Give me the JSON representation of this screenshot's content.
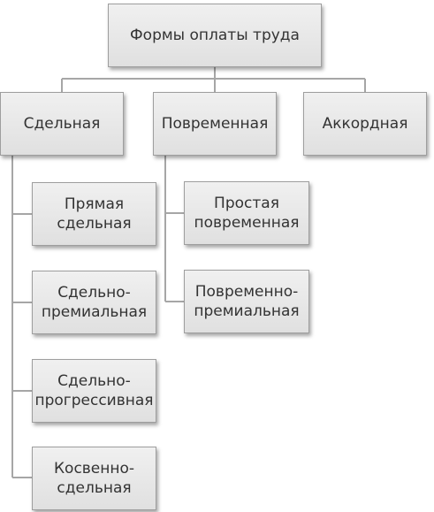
{
  "diagram": {
    "root": {
      "label": "Формы оплаты труда"
    },
    "categories": [
      {
        "label": "Сдельная"
      },
      {
        "label": "Повременная"
      },
      {
        "label": "Аккордная"
      }
    ],
    "piece_rate_types": [
      {
        "label": "Прямая\nсдельная"
      },
      {
        "label": "Сдельно-\nпремиальная"
      },
      {
        "label": "Сдельно-\nпрогрессивная"
      },
      {
        "label": "Косвенно-\nсдельная"
      }
    ],
    "time_rate_types": [
      {
        "label": "Простая\nповременная"
      },
      {
        "label": "Повременно-\nпремиальная"
      }
    ]
  },
  "colors": {
    "box_fill_top": "#f0f0f0",
    "box_fill_bottom": "#e0e0e0",
    "box_border": "#9e9e9e",
    "connector": "#a6a6a6",
    "text": "#333333"
  }
}
